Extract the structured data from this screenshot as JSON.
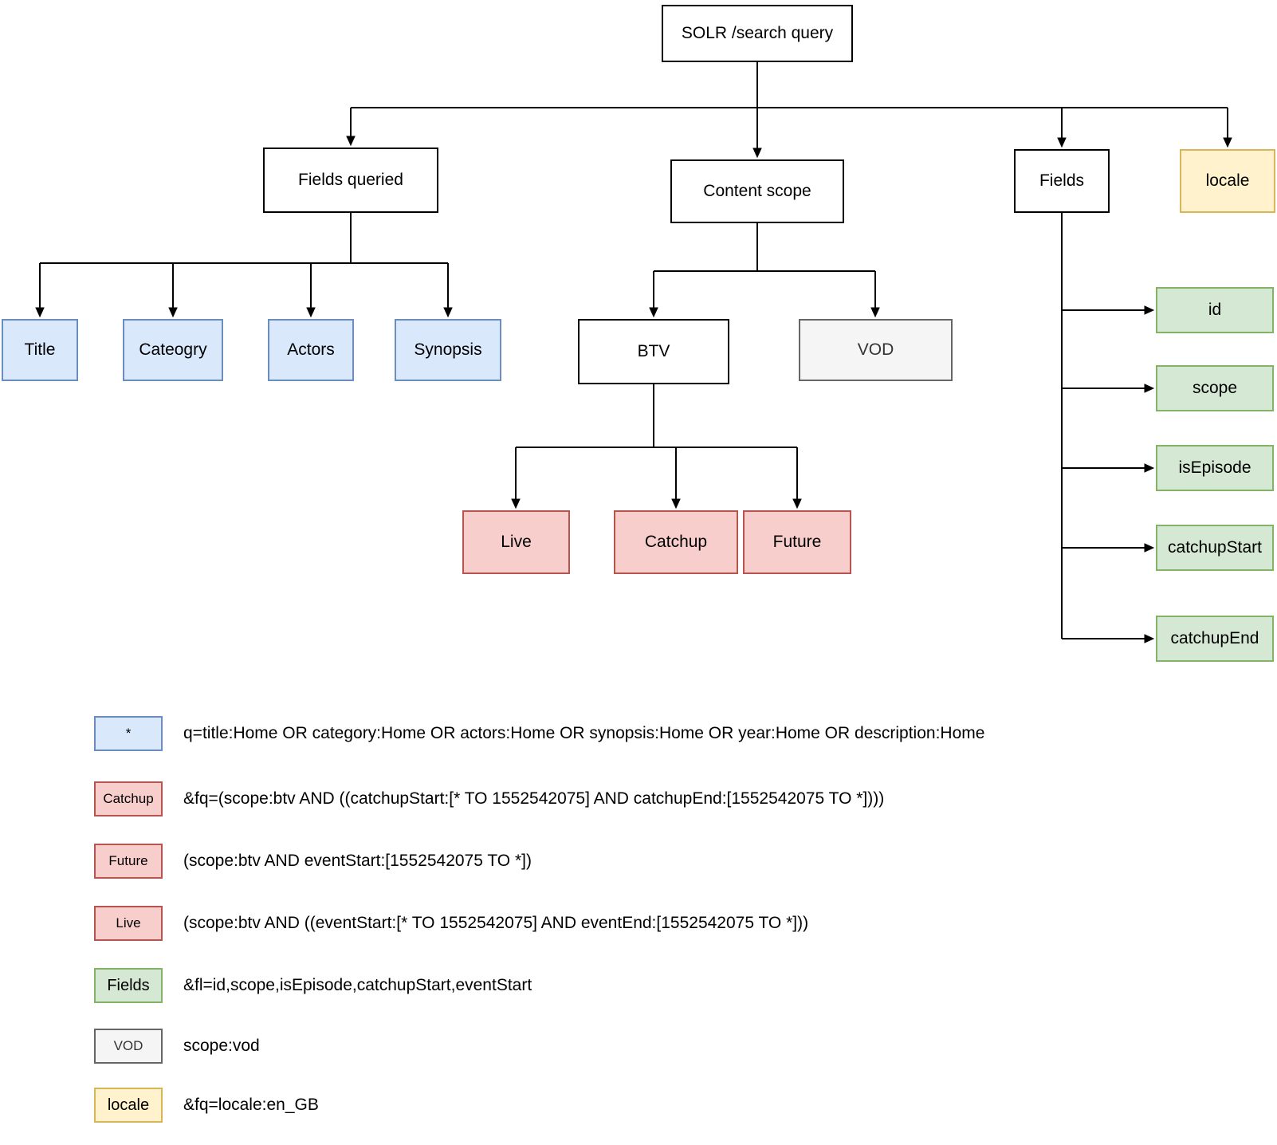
{
  "title": "SOLR /search query diagram",
  "colors": {
    "blue_fill": "#dae8fc",
    "blue_border": "#6c8ebf",
    "pink_fill": "#f8cecc",
    "pink_border": "#b85450",
    "green_fill": "#d5e8d4",
    "green_border": "#82b366",
    "yellow_fill": "#fff2cc",
    "yellow_border": "#d6b656",
    "gray_fill": "#f5f5f5",
    "gray_border": "#666666",
    "plain_fill": "#ffffff",
    "plain_border": "#000000"
  },
  "nodes": {
    "root": {
      "label": "SOLR /search query"
    },
    "fields_queried": {
      "label": "Fields queried"
    },
    "content_scope": {
      "label": "Content scope"
    },
    "fields": {
      "label": "Fields"
    },
    "locale": {
      "label": "locale"
    },
    "title": {
      "label": "Title"
    },
    "cateogry": {
      "label": "Cateogry"
    },
    "actors": {
      "label": "Actors"
    },
    "synopsis": {
      "label": "Synopsis"
    },
    "btv": {
      "label": "BTV"
    },
    "vod": {
      "label": "VOD"
    },
    "live": {
      "label": "Live"
    },
    "catchup": {
      "label": "Catchup"
    },
    "future": {
      "label": "Future"
    },
    "id": {
      "label": "id"
    },
    "scope": {
      "label": "scope"
    },
    "isEpisode": {
      "label": "isEpisode"
    },
    "catchupStart": {
      "label": "catchupStart"
    },
    "catchupEnd": {
      "label": "catchupEnd"
    }
  },
  "legend": [
    {
      "badge": "*",
      "text": "q=title:Home OR category:Home OR actors:Home OR synopsis:Home OR year:Home OR description:Home"
    },
    {
      "badge": "Catchup",
      "text": "&fq=(scope:btv AND ((catchupStart:[* TO 1552542075] AND catchupEnd:[1552542075 TO *])))"
    },
    {
      "badge": "Future",
      "text": "(scope:btv AND eventStart:[1552542075 TO *])"
    },
    {
      "badge": "Live",
      "text": "(scope:btv AND ((eventStart:[* TO 1552542075] AND eventEnd:[1552542075 TO *]))"
    },
    {
      "badge": "Fields",
      "text": "&fl=id,scope,isEpisode,catchupStart,eventStart"
    },
    {
      "badge": "VOD",
      "text": "scope:vod"
    },
    {
      "badge": "locale",
      "text": "&fq=locale:en_GB"
    }
  ]
}
